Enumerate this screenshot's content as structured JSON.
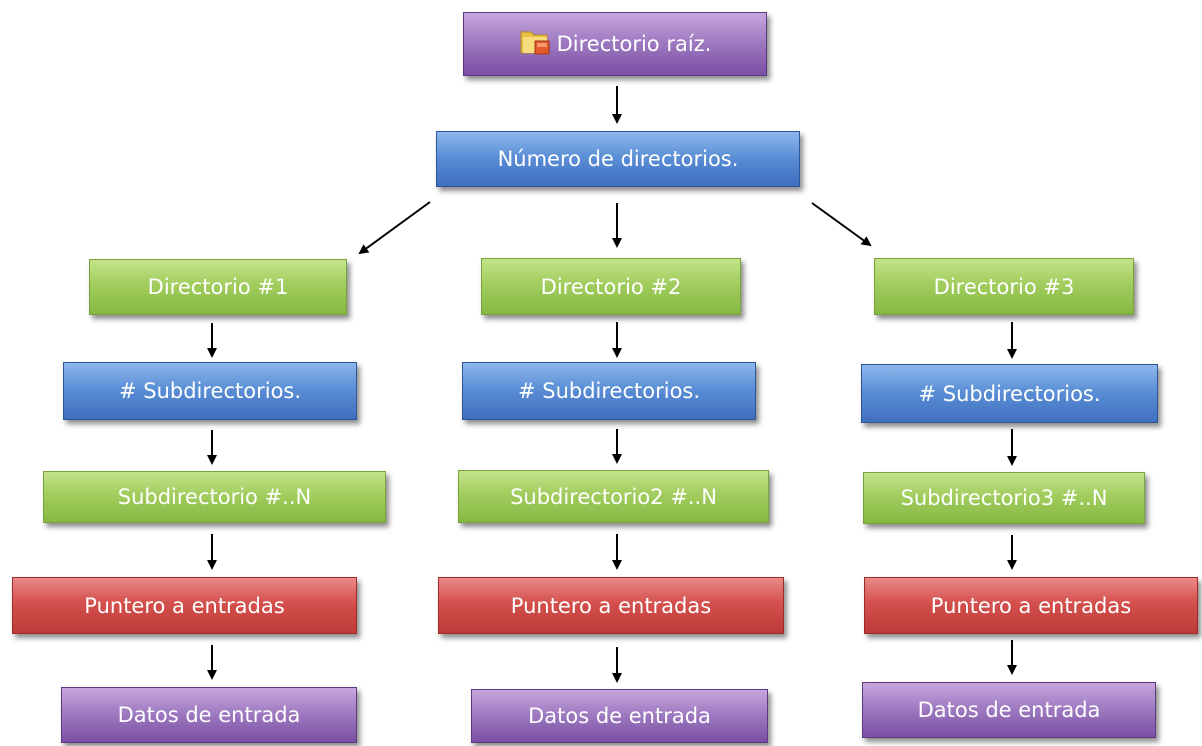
{
  "diagram": {
    "root": {
      "label": "Directorio raíz.",
      "icon": "folder-icon"
    },
    "count": {
      "label": "Número de directorios."
    },
    "branches": [
      {
        "directory": "Directorio #1",
        "subdir_count": "# Subdirectorios.",
        "subdirectory": "Subdirectorio #..N",
        "pointer": "Puntero a entradas",
        "data": "Datos de entrada"
      },
      {
        "directory": "Directorio #2",
        "subdir_count": "# Subdirectorios.",
        "subdirectory": "Subdirectorio2 #..N",
        "pointer": "Puntero a entradas",
        "data": "Datos de entrada"
      },
      {
        "directory": "Directorio #3",
        "subdir_count": "# Subdirectorios.",
        "subdirectory": "Subdirectorio3 #..N",
        "pointer": "Puntero a entradas",
        "data": "Datos de entrada"
      }
    ]
  },
  "colors": {
    "purple": "#8c63b4",
    "blue": "#4f81c7",
    "green": "#9bc555",
    "red": "#cc4542",
    "text": "#ffffff",
    "arrow": "#000000"
  }
}
